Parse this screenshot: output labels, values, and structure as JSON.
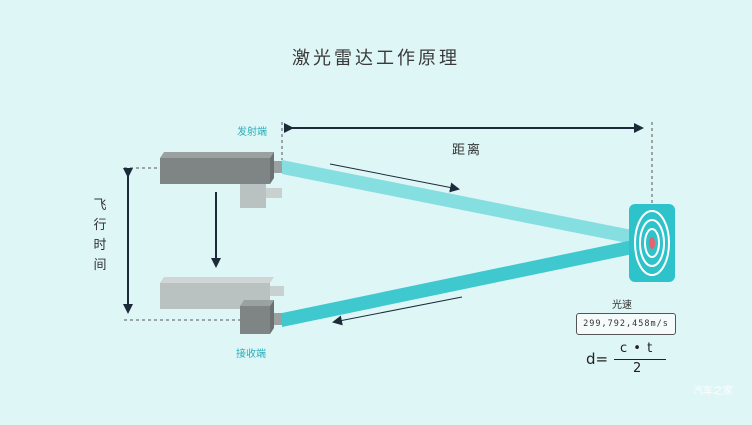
{
  "title": "激光雷达工作原理",
  "labels": {
    "emitter": "发射端",
    "receiver": "接收端",
    "distance": "距离",
    "flight_time": "飞行时间",
    "speed_of_light": "光速"
  },
  "speed_value": "299,792,458m/s",
  "formula": {
    "lhs": "d=",
    "numerator": "c • t",
    "denominator": "2"
  },
  "watermark": [
    "汽车之家"
  ],
  "colors": {
    "background": "#dff6f7",
    "beam_out": "#85dfe0",
    "beam_return": "#3fc9cf",
    "device_dark": "#7e8584",
    "device_light": "#b9c2c1",
    "target": "#2ec3cb",
    "arrow": "#1b2b3a",
    "accent_label": "#2aaeb8"
  }
}
